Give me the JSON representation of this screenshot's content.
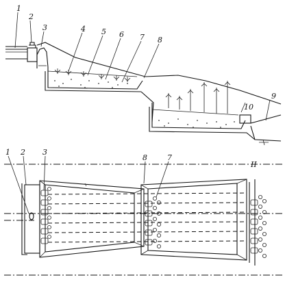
{
  "diagram": {
    "profile_labels": [
      "1",
      "2",
      "3",
      "4",
      "5",
      "6",
      "7",
      "8",
      "10",
      "9"
    ],
    "plan_labels": [
      "1",
      "2",
      "3",
      "8",
      "7",
      "II"
    ]
  }
}
